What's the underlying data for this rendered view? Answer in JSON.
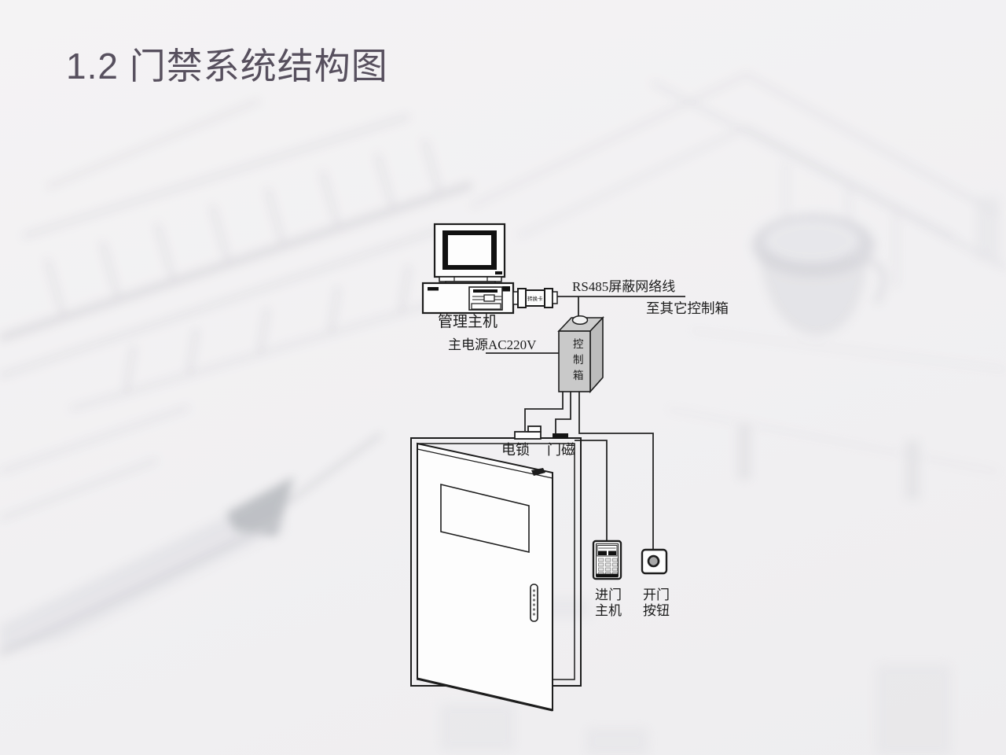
{
  "slide": {
    "title": "1.2 门禁系统结构图",
    "title_color": "#57505e",
    "background_color": "#f2f1f2"
  },
  "diagram": {
    "line_color": "#262626",
    "control_box_fill": "#c9c9c9",
    "labels": {
      "management_host": "管理主机",
      "rs485_line": "RS485屏蔽网络线",
      "to_other_controllers": "至其它控制箱",
      "main_power": "主电源AC220V",
      "converter_card": "转换卡",
      "control_box": [
        "控",
        "制",
        "箱"
      ],
      "electric_lock": "电锁",
      "door_magnet": "门磁",
      "entry_host_line1": "进门",
      "entry_host_line2": "主机",
      "open_button_line1": "开门",
      "open_button_line2": "按钮"
    }
  }
}
